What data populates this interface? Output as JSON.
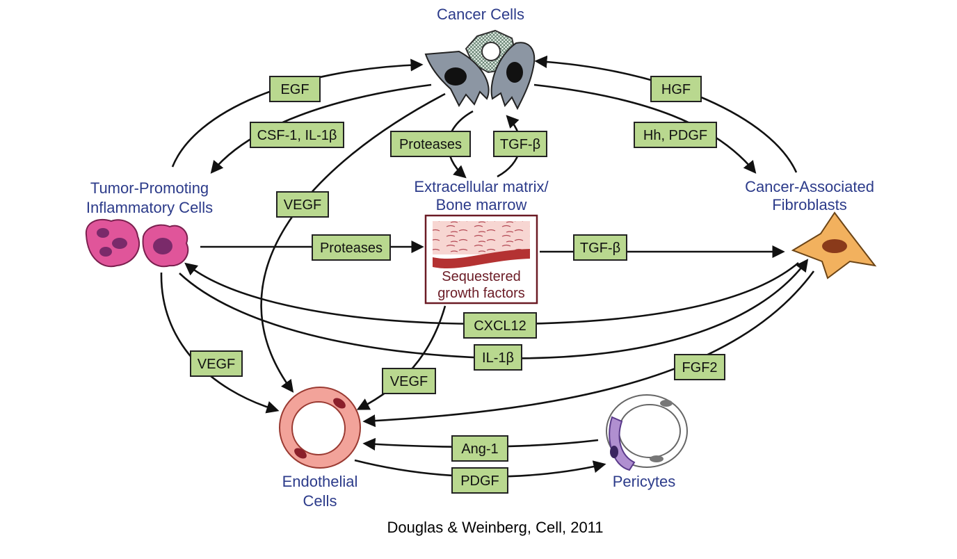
{
  "nodes": {
    "cancer_cells": "Cancer Cells",
    "inflammatory_line1": "Tumor-Promoting",
    "inflammatory_line2": "Inflammatory Cells",
    "ecm_line1": "Extracellular matrix/",
    "ecm_line2": "Bone marrow",
    "caf_line1": "Cancer-Associated",
    "caf_line2": "Fibroblasts",
    "endothelial_line1": "Endothelial",
    "endothelial_line2": "Cells",
    "pericytes": "Pericytes"
  },
  "ecm_caption": {
    "line1": "Sequestered",
    "line2": "growth factors"
  },
  "signals": {
    "egf": "EGF",
    "csf1_il1b": "CSF-1, IL-1β",
    "proteases_top": "Proteases",
    "tgfb_top": "TGF-β",
    "hgf": "HGF",
    "hh_pdgf": "Hh, PDGF",
    "vegf_cancer": "VEGF",
    "proteases_mid": "Proteases",
    "tgfb_mid": "TGF-β",
    "cxcl12": "CXCL12",
    "il1b": "IL-1β",
    "vegf_inflam": "VEGF",
    "vegf_ecm": "VEGF",
    "fgf2": "FGF2",
    "ang1": "Ang-1",
    "pdgf": "PDGF"
  },
  "citation": "Douglas & Weinberg, Cell, 2011",
  "colors": {
    "label_blue": "#2c3b8a",
    "signal_box": "#b9d88f",
    "ecm_caption": "#6b1b25",
    "fibroblast": "#f2b15e",
    "inflammatory": "#e0559a",
    "endothelial": "#f2a39a",
    "pericyte": "#b08fd0"
  }
}
